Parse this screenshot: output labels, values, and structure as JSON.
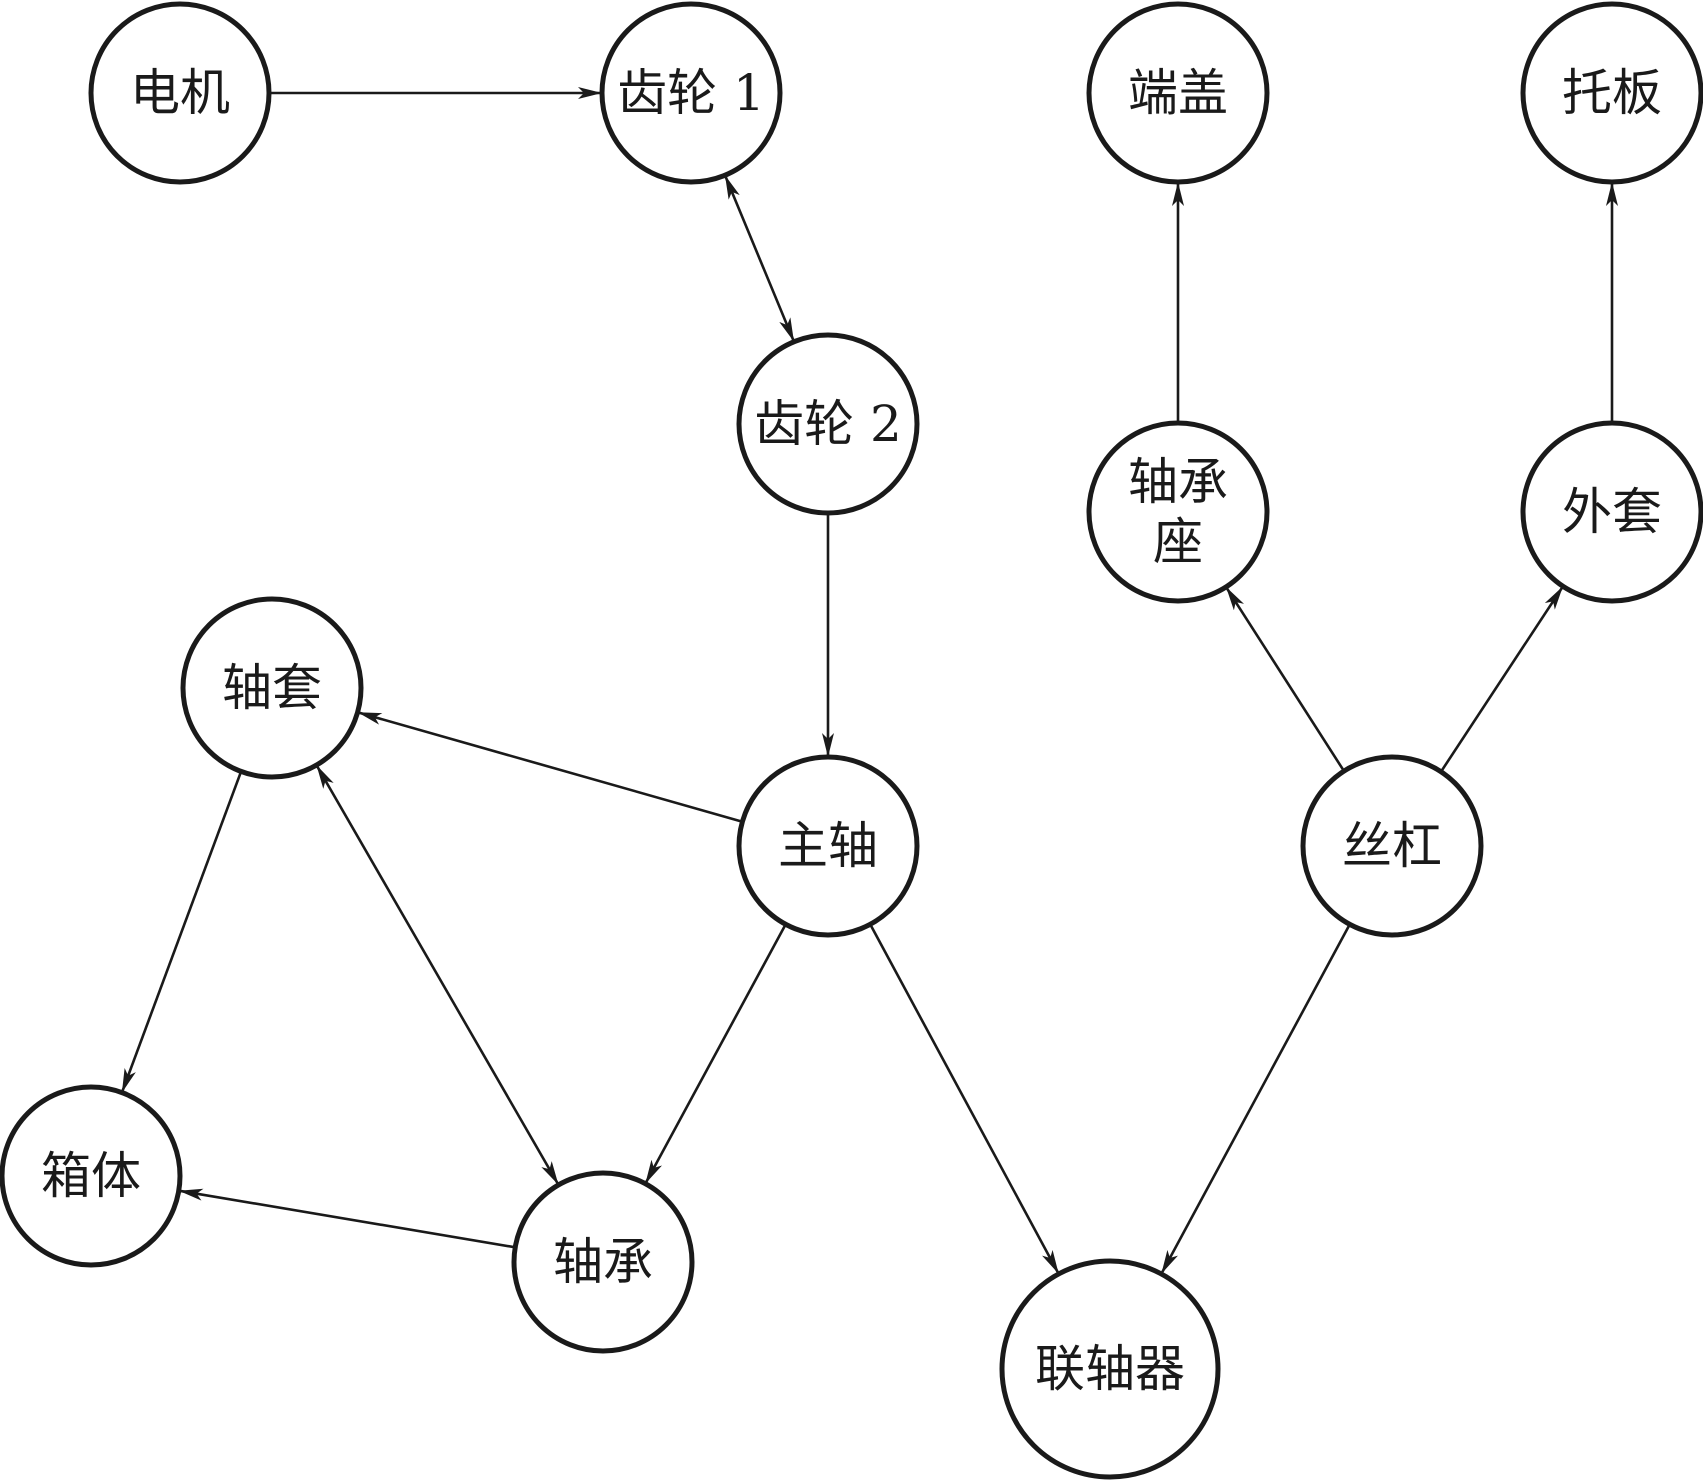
{
  "nodes": [
    {
      "id": "motor",
      "label": [
        "电机"
      ]
    },
    {
      "id": "gear1",
      "label": [
        "齿轮 1"
      ]
    },
    {
      "id": "end_cap",
      "label": [
        "端盖"
      ]
    },
    {
      "id": "support_plate",
      "label": [
        "托板"
      ]
    },
    {
      "id": "gear2",
      "label": [
        "齿轮 2"
      ]
    },
    {
      "id": "bearing_seat",
      "label": [
        "轴承",
        "座"
      ]
    },
    {
      "id": "outer_sleeve",
      "label": [
        "外套"
      ]
    },
    {
      "id": "shaft_sleeve",
      "label": [
        "轴套"
      ]
    },
    {
      "id": "spindle",
      "label": [
        "主轴"
      ]
    },
    {
      "id": "lead_screw",
      "label": [
        "丝杠"
      ]
    },
    {
      "id": "housing",
      "label": [
        "箱体"
      ]
    },
    {
      "id": "bearing",
      "label": [
        "轴承"
      ]
    },
    {
      "id": "coupling",
      "label": [
        "联轴器"
      ]
    }
  ],
  "edges": [
    {
      "from": "motor",
      "to": "gear1",
      "bidirectional": false
    },
    {
      "from": "gear1",
      "to": "gear2",
      "bidirectional": true
    },
    {
      "from": "gear2",
      "to": "spindle",
      "bidirectional": false
    },
    {
      "from": "spindle",
      "to": "shaft_sleeve",
      "bidirectional": false
    },
    {
      "from": "spindle",
      "to": "bearing",
      "bidirectional": false
    },
    {
      "from": "spindle",
      "to": "coupling",
      "bidirectional": false
    },
    {
      "from": "shaft_sleeve",
      "to": "housing",
      "bidirectional": false
    },
    {
      "from": "shaft_sleeve",
      "to": "bearing",
      "bidirectional": true
    },
    {
      "from": "bearing",
      "to": "housing",
      "bidirectional": false
    },
    {
      "from": "lead_screw",
      "to": "bearing_seat",
      "bidirectional": false
    },
    {
      "from": "lead_screw",
      "to": "outer_sleeve",
      "bidirectional": false
    },
    {
      "from": "lead_screw",
      "to": "coupling",
      "bidirectional": false
    },
    {
      "from": "bearing_seat",
      "to": "end_cap",
      "bidirectional": false
    },
    {
      "from": "outer_sleeve",
      "to": "support_plate",
      "bidirectional": false
    }
  ]
}
